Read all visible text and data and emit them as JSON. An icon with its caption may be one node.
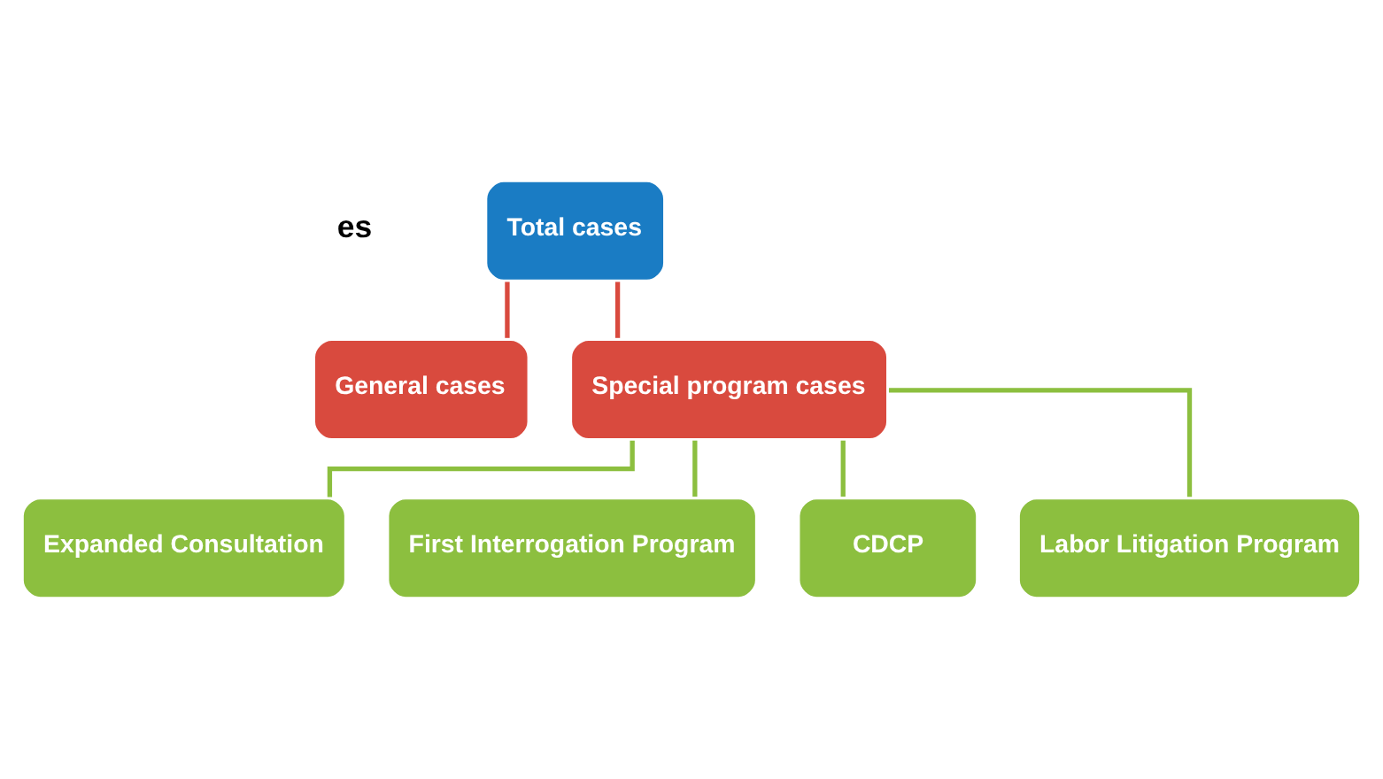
{
  "diagram": {
    "nodes": [
      {
        "text": [
          "Total cases"
        ]
      },
      {
        "text": [
          "General cases"
        ]
      },
      {
        "text": [
          "Special program cases"
        ]
      },
      {
        "text": [
          "Expanded Consultation"
        ]
      },
      {
        "text": [
          "First Interrogation Program"
        ]
      },
      {
        "text": [
          "CDCP"
        ]
      },
      {
        "text": [
          "Labor Litigation Program"
        ]
      }
    ],
    "edges": [
      {
        "from": 0,
        "to": 1,
        "arrow": "none",
        "color": "#d94a3e"
      },
      {
        "from": 0,
        "to": 2,
        "arrow": "none",
        "color": "#d94a3e"
      },
      {
        "from": 2,
        "to": 3,
        "arrow": "none"
      },
      {
        "from": 2,
        "to": 4,
        "arrow": "none"
      },
      {
        "from": 2,
        "to": 5,
        "arrow": "none"
      },
      {
        "from": 2,
        "to": 6,
        "arrow": "none"
      }
    ],
    "labels": [
      "es"
    ]
  }
}
